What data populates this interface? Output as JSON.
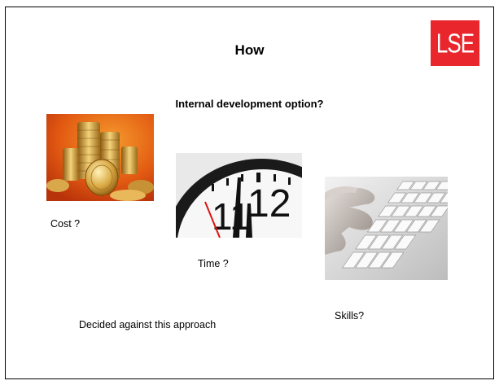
{
  "slide": {
    "title": "How",
    "subtitle": "Internal development option?",
    "logo_text": "LSE",
    "labels": {
      "cost": "Cost ?",
      "time": "Time ?",
      "skills": "Skills?",
      "conclusion": "Decided against this approach"
    },
    "images": [
      "coins-photo",
      "clock-photo",
      "keyboard-photo"
    ],
    "colors": {
      "logo": "#e8262c",
      "border": "#000000"
    }
  }
}
